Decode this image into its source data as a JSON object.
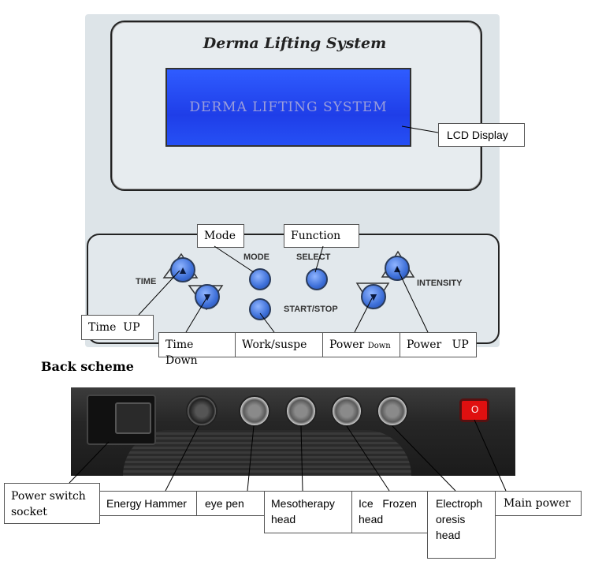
{
  "front": {
    "brand_title": "Derma Lifting System",
    "lcd_text": "DERMA LIFTING SYSTEM",
    "labels": {
      "time": "TIME",
      "mode": "MODE",
      "select": "SELECT",
      "start_stop": "START/STOP",
      "intensity": "INTENSITY"
    }
  },
  "callouts": {
    "lcd_display": "LCD Display",
    "mode": "Mode",
    "function": "Function",
    "time_up": "Time  UP",
    "time_down": "Time Down",
    "work_suspend": "Work/suspe",
    "power_down_main": "Power",
    "power_down_small": "Down",
    "power_up": "Power   UP"
  },
  "back": {
    "section_title": "Back scheme",
    "power_switch_symbol": "O",
    "callouts": {
      "power_switch_socket": "Power switch socket",
      "energy_hammer": "Energy Hammer",
      "eye_pen": "eye pen",
      "mesotherapy_head": "Mesotherapy head",
      "ice_frozen_head": "Ice   Frozen head",
      "electrophoresis_head": "Electroph oresis head",
      "main_power": "Main power"
    }
  },
  "colors": {
    "lcd_blue": "#2650f5",
    "button_blue": "#3d6fd8",
    "power_red": "#e01010"
  }
}
